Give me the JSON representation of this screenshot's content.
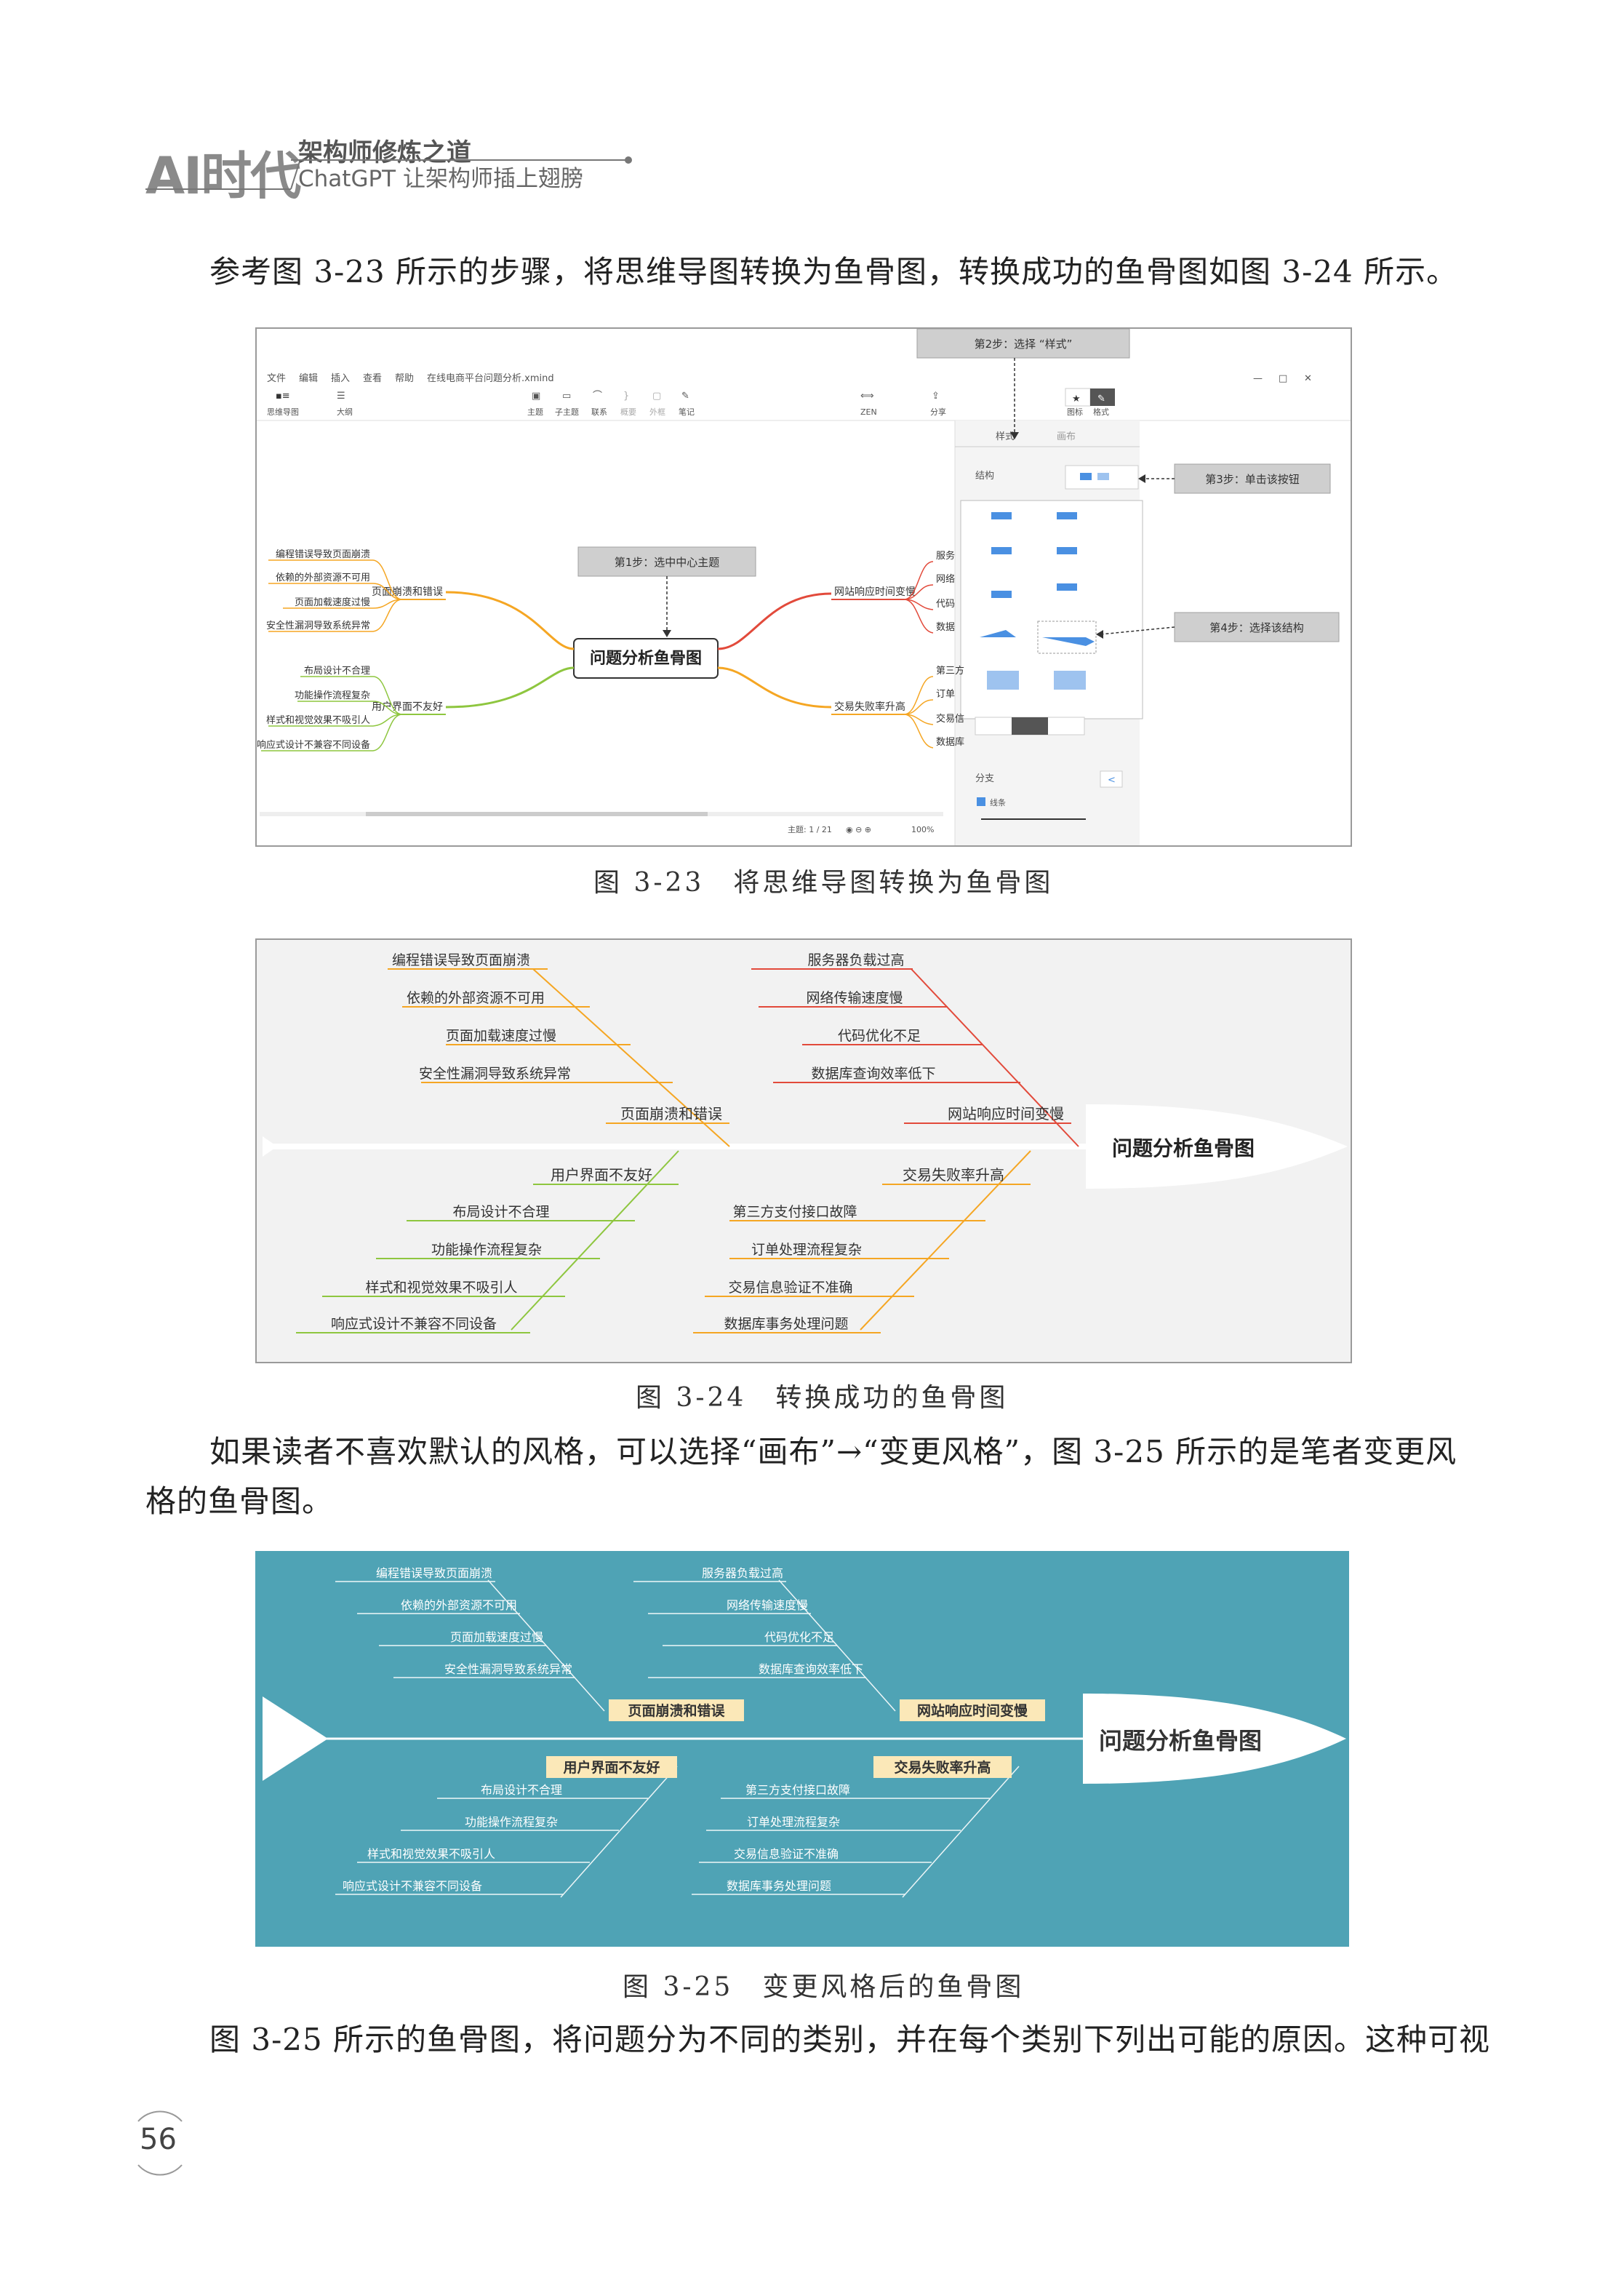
{
  "header": {
    "logo": "AI时代",
    "title": "架构师修炼之道",
    "subtitle": "ChatGPT 让架构师插上翅膀"
  },
  "para1": "参考图 3-23 所示的步骤，将思维导图转换为鱼骨图，转换成功的鱼骨图如图 3-24 所示。",
  "fig23": {
    "caption": "图 3-23　将思维导图转换为鱼骨图",
    "menu": [
      "文件",
      "编辑",
      "插入",
      "查看",
      "帮助"
    ],
    "filename": "在线电商平台问题分析.xmind",
    "left_tools": [
      "思维导图",
      "大纲"
    ],
    "tools": [
      "主题",
      "子主题",
      "联系",
      "概要",
      "外框",
      "笔记"
    ],
    "zen": "ZEN",
    "share": "分享",
    "right_tools": [
      "图标",
      "格式"
    ],
    "panel_tabs": [
      "样式",
      "画布"
    ],
    "structure_label": "结构",
    "branch_label": "分支",
    "line_label": "线条",
    "status": "主题: 1 / 21",
    "zoom": "100%",
    "step1": "第1步：选中中心主题",
    "step2": "第2步：选择 “样式”",
    "step3": "第3步：单击该按钮",
    "step4": "第4步：选择该结构",
    "center": "问题分析鱼骨图",
    "left_top": {
      "title": "页面崩溃和错误",
      "items": [
        "编程错误导致页面崩溃",
        "依赖的外部资源不可用",
        "页面加载速度过慢",
        "安全性漏洞导致系统异常"
      ]
    },
    "left_bottom": {
      "title": "用户界面不友好",
      "items": [
        "布局设计不合理",
        "功能操作流程复杂",
        "样式和视觉效果不吸引人",
        "响应式设计不兼容不同设备"
      ]
    },
    "right_top": {
      "title": "网站响应时间变慢",
      "items": [
        "服务",
        "网络",
        "代码",
        "数据"
      ]
    },
    "right_bottom": {
      "title": "交易失败率升高",
      "items": [
        "第三方",
        "订单",
        "交易信",
        "数据库"
      ]
    }
  },
  "fig24": {
    "caption": "图 3-24　转换成功的鱼骨图",
    "head": "问题分析鱼骨图",
    "cat1": {
      "title": "页面崩溃和错误",
      "items": [
        "编程错误导致页面崩溃",
        "依赖的外部资源不可用",
        "页面加载速度过慢",
        "安全性漏洞导致系统异常"
      ]
    },
    "cat2": {
      "title": "网站响应时间变慢",
      "items": [
        "服务器负载过高",
        "网络传输速度慢",
        "代码优化不足",
        "数据库查询效率低下"
      ]
    },
    "cat3": {
      "title": "用户界面不友好",
      "items": [
        "布局设计不合理",
        "功能操作流程复杂",
        "样式和视觉效果不吸引人",
        "响应式设计不兼容不同设备"
      ]
    },
    "cat4": {
      "title": "交易失败率升高",
      "items": [
        "第三方支付接口故障",
        "订单处理流程复杂",
        "交易信息验证不准确",
        "数据库事务处理问题"
      ]
    }
  },
  "para2_line1": "如果读者不喜欢默认的风格，可以选择“画布”→“变更风格”，图 3-25 所示的是笔者变更风",
  "para2_line2": "格的鱼骨图。",
  "fig25": {
    "caption": "图 3-25　变更风格后的鱼骨图",
    "head": "问题分析鱼骨图"
  },
  "para3": "图 3-25 所示的鱼骨图，将问题分为不同的类别，并在每个类别下列出可能的原因。这种可视",
  "page_number": "56",
  "colors": {
    "orange": "#f5a623",
    "red": "#e24a3b",
    "green": "#8ec63f",
    "teal": "#4fa3b5",
    "blue": "#4a90e2"
  }
}
